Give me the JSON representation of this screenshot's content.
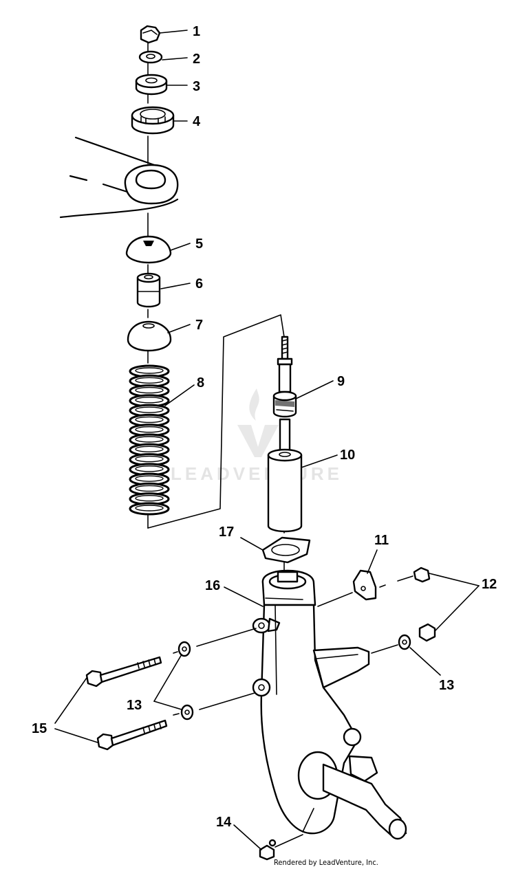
{
  "callouts": {
    "c1": "1",
    "c2": "2",
    "c3": "3",
    "c4": "4",
    "c5": "5",
    "c6": "6",
    "c7": "7",
    "c8": "8",
    "c9": "9",
    "c10": "10",
    "c11": "11",
    "c12": "12",
    "c13a": "13",
    "c13b": "13",
    "c14": "14",
    "c15": "15",
    "c16": "16",
    "c17": "17"
  },
  "watermark": {
    "text": "LEADVENTURE"
  },
  "credit": "Rendered by LeadVenture, Inc."
}
